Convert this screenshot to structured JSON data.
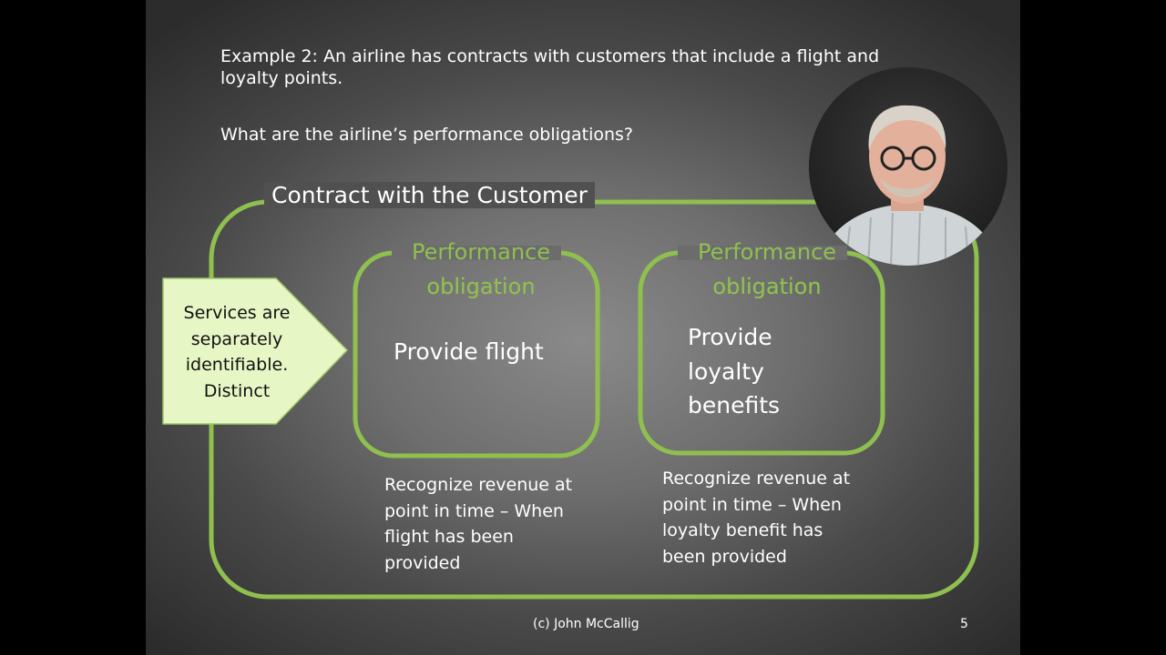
{
  "slide": {
    "question_line": "Example 2: An airline has contracts with customers that include a flight and loyalty points.",
    "question_prompt": "What are the airline’s performance obligations?",
    "contract_title": "Contract with the Customer",
    "arrow_callout": "Services are separately identifiable. Distinct",
    "obligations": [
      {
        "title": "Performance obligation",
        "text": "Provide flight",
        "recognition": "Recognize revenue at point in time – When flight has been provided"
      },
      {
        "title": "Performance obligation",
        "text": "Provide loyalty benefits",
        "recognition": "Recognize revenue at point in time – When loyalty benefit has been provided"
      }
    ],
    "footer_copyright": "(c) John McCallig",
    "slide_number": "5"
  },
  "colors": {
    "accent_green": "#8fc04f",
    "arrow_fill": "#e6f6c4",
    "text": "#ffffff"
  },
  "icons": {
    "presenter": "presenter-webcam-avatar"
  }
}
